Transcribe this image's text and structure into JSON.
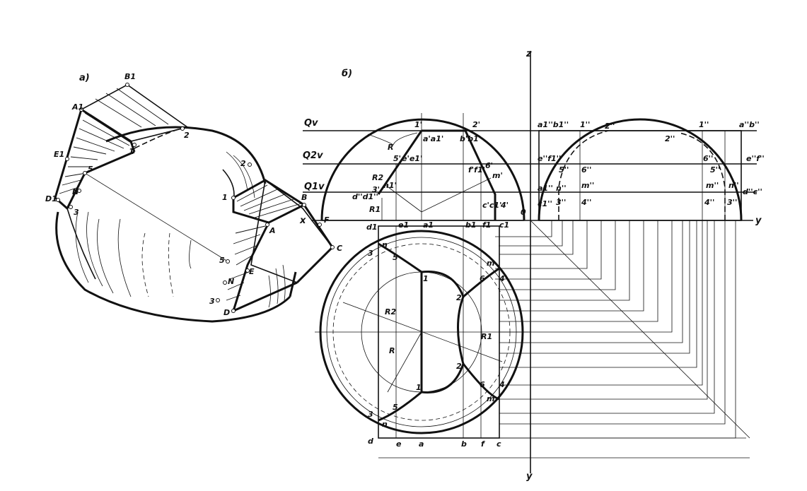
{
  "panel_a": {
    "caption": "a)",
    "labels": [
      "B1",
      "A1",
      "E1",
      "D1",
      "1",
      "2",
      "2",
      "1",
      "5",
      "N",
      "3",
      "B",
      "A",
      "F",
      "C",
      "5",
      "E",
      "N",
      "3",
      "D"
    ]
  },
  "panel_b": {
    "caption": "б)",
    "axes": {
      "z": "z",
      "x": "x",
      "y_right": "y",
      "y_bottom": "y",
      "origin": "0"
    },
    "planes": {
      "qv": "Qv",
      "q2v": "Q2v",
      "q1v": "Q1v"
    },
    "front_view_labels": [
      "1'",
      "2'",
      "a'a1'",
      "b'b1'",
      "5'",
      "e'e1'",
      "f'f1'",
      "6'",
      "m'",
      "R",
      "R2",
      "n1'",
      "d''d1''",
      "3'",
      "R1",
      "c'c1'",
      "4'"
    ],
    "side_view_labels": [
      "a1''b1''",
      "1''",
      "2''",
      "2''",
      "1''",
      "a''b''",
      "e''f1''",
      "5''",
      "6''",
      "6''",
      "5''",
      "e''f''",
      "a1''",
      "n''",
      "m''",
      "m''",
      "n''",
      "d''c''",
      "c1''",
      "3''",
      "4''",
      "4''",
      "3''"
    ],
    "top_view_labels": [
      "d1",
      "e1",
      "a1",
      "b1",
      "f1",
      "c1",
      "3",
      "n",
      "5",
      "1",
      "2",
      "m",
      "6",
      "4",
      "R2",
      "R",
      "R1",
      "2",
      "1",
      "6",
      "4",
      "m",
      "3",
      "n",
      "5",
      "d",
      "e",
      "a",
      "b",
      "f",
      "c"
    ]
  }
}
